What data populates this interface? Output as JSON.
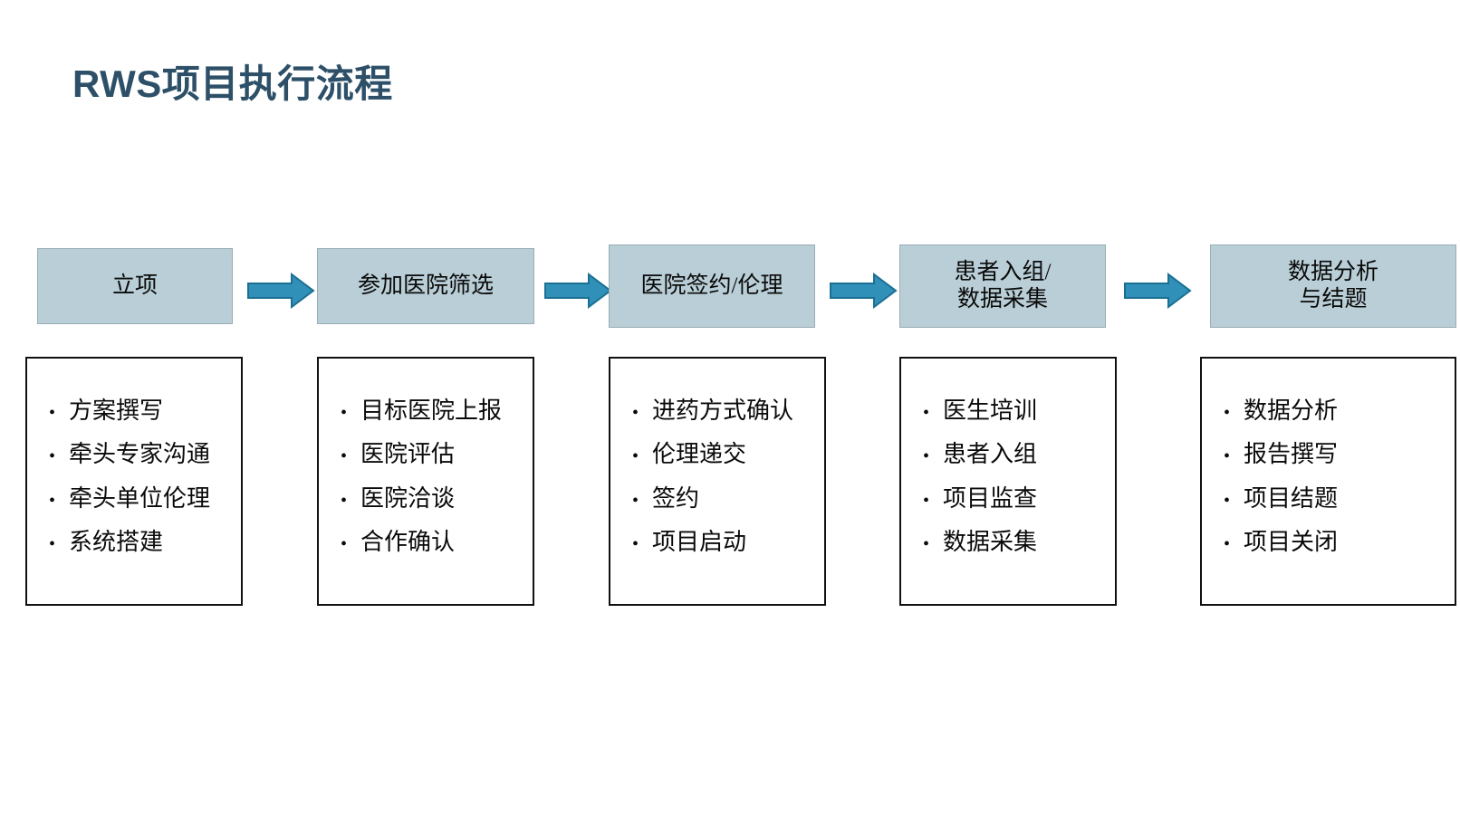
{
  "slide": {
    "title": "RWS项目执行流程",
    "title_color": "#2d5068",
    "background_color": "#ffffff"
  },
  "theme": {
    "process_box_fill": "#b9ced6",
    "process_box_border": "#9aadb5",
    "arrow_fill": "#3190b8",
    "arrow_stroke": "#1b6f93",
    "detail_box_border": "#111111",
    "text_color": "#0a0a0a"
  },
  "flow": {
    "steps": [
      {
        "id": "step-1",
        "label": "立项",
        "details": [
          "方案撰写",
          "牵头专家沟通",
          "牵头单位伦理",
          "系统搭建"
        ]
      },
      {
        "id": "step-2",
        "label": "参加医院筛选",
        "details": [
          "目标医院上报",
          "医院评估",
          "医院洽谈",
          "合作确认"
        ]
      },
      {
        "id": "step-3",
        "label": "医院签约/伦理",
        "details": [
          "进药方式确认",
          "伦理递交",
          "签约",
          "项目启动"
        ]
      },
      {
        "id": "step-4",
        "label": "患者入组/\n数据采集",
        "details": [
          "医生培训",
          "患者入组",
          "项目监查",
          "数据采集"
        ]
      },
      {
        "id": "step-5",
        "label": "数据分析\n与结题",
        "details": [
          "数据分析",
          "报告撰写",
          "项目结题",
          "项目关闭"
        ]
      }
    ],
    "connectors": [
      {
        "id": "arrow-1",
        "icon": "right-arrow-icon"
      },
      {
        "id": "arrow-2",
        "icon": "right-arrow-icon"
      },
      {
        "id": "arrow-3",
        "icon": "right-arrow-icon"
      },
      {
        "id": "arrow-4",
        "icon": "right-arrow-icon"
      }
    ],
    "bullet_glyph": "•"
  }
}
